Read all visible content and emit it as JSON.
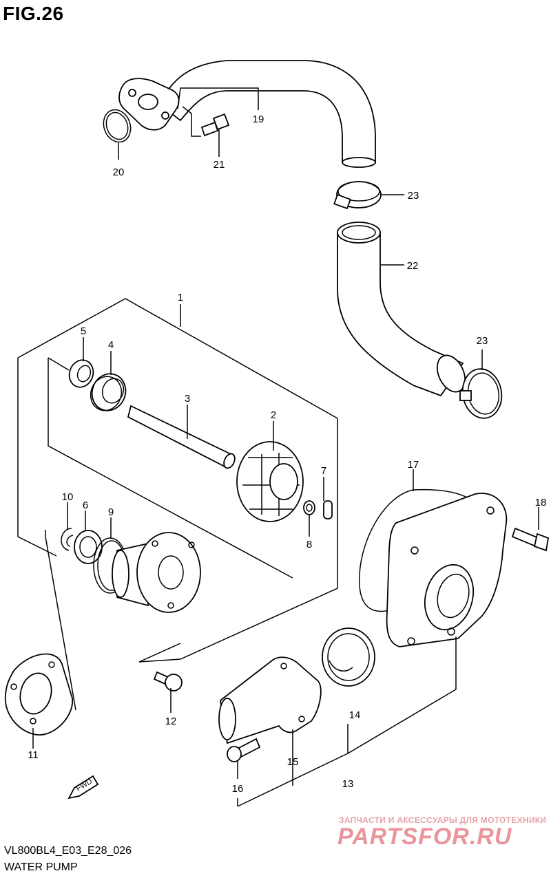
{
  "figure": {
    "title": "FIG.26",
    "model_code": "VL800BL4_E03_E28_026",
    "section_name": "WATER PUMP",
    "fwd_label": "FWD"
  },
  "watermark": {
    "tagline": "ЗАПЧАСТИ И АКСЕССУАРЫ ДЛЯ МОТОТЕХНИКИ",
    "brand": "PARTSFOR.RU"
  },
  "callouts": [
    "1",
    "2",
    "3",
    "4",
    "5",
    "6",
    "7",
    "8",
    "9",
    "10",
    "11",
    "12",
    "13",
    "14",
    "15",
    "16",
    "17",
    "18",
    "19",
    "20",
    "21",
    "22",
    "23",
    "23"
  ]
}
